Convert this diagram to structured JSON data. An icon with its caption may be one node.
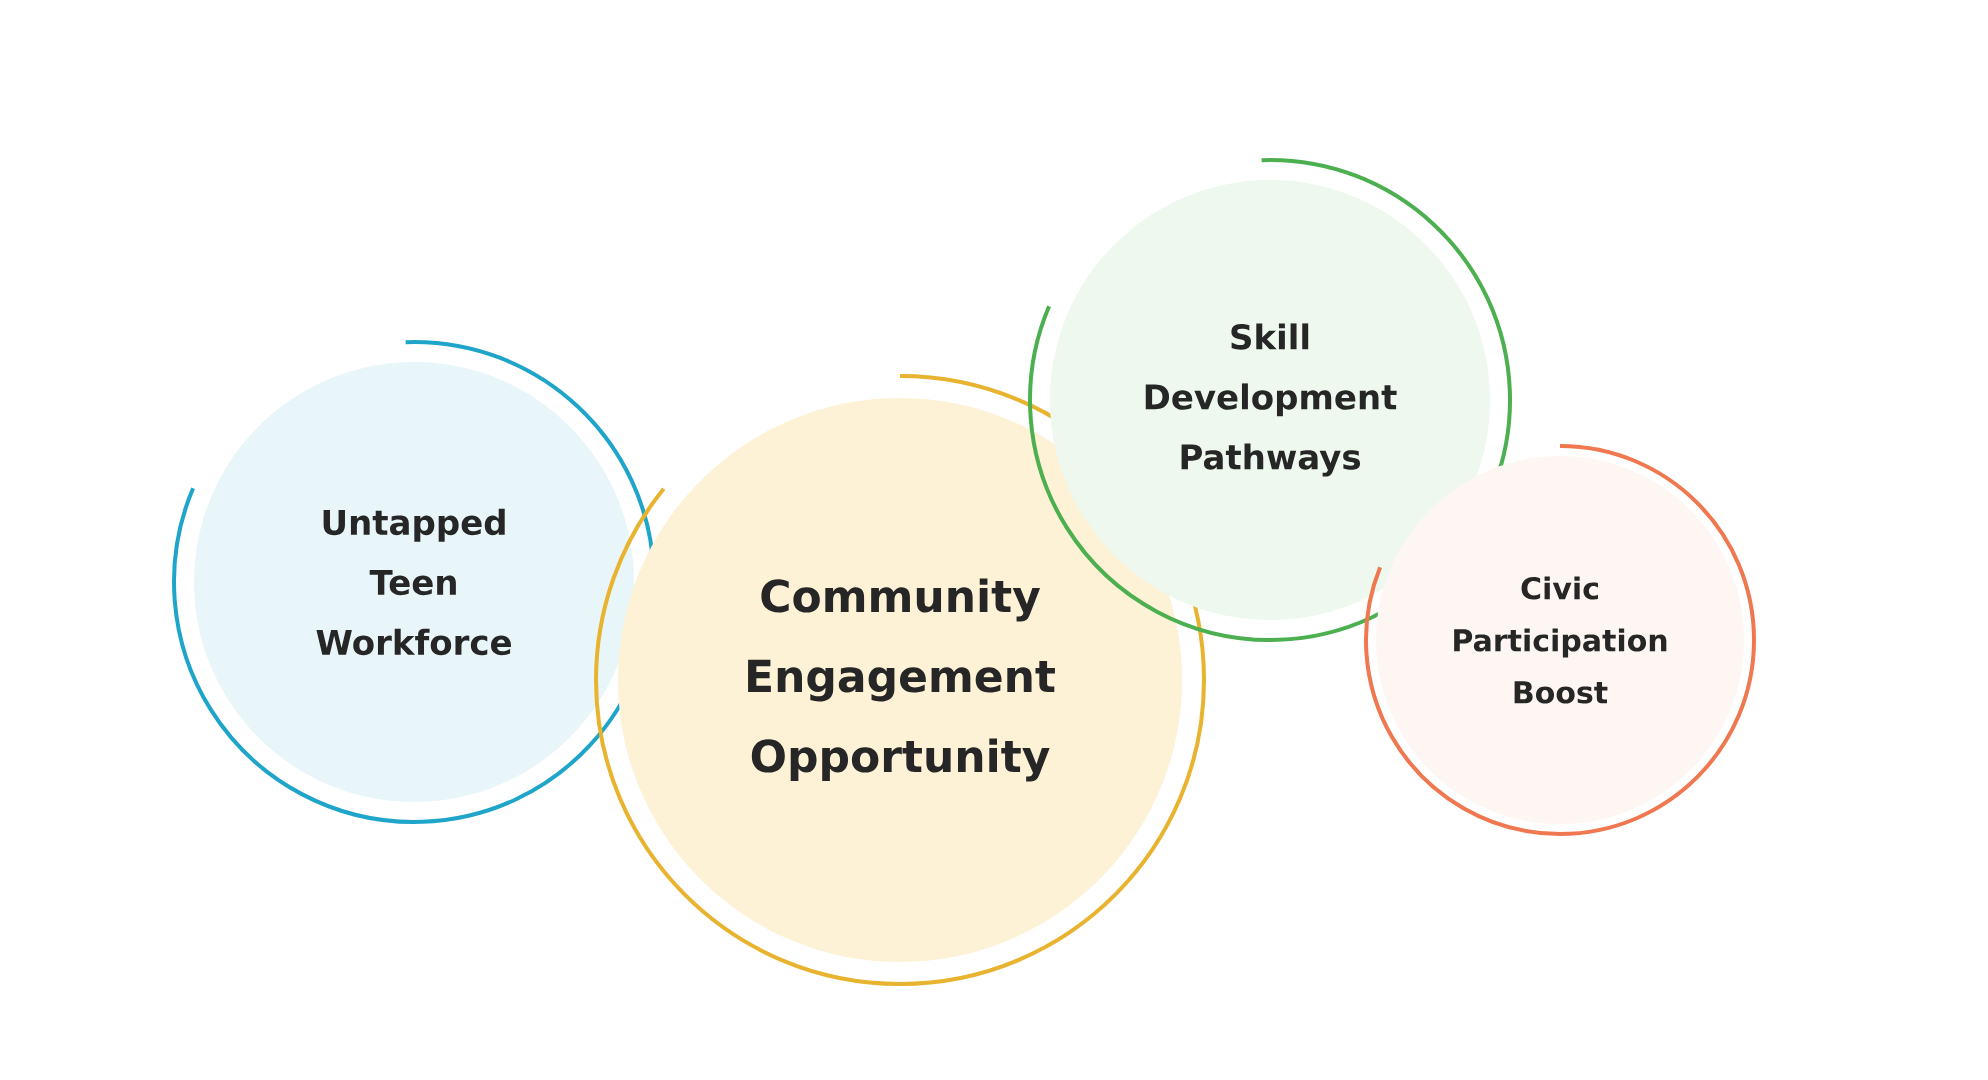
{
  "diagram": {
    "nodes": [
      {
        "text": [
          "Untapped Teen Workforce"
        ]
      },
      {
        "text": [
          "Community Engagement Opportunity"
        ]
      },
      {
        "text": [
          "Skill Development Pathways"
        ]
      },
      {
        "text": [
          "Civic Participation Boost"
        ]
      }
    ]
  }
}
